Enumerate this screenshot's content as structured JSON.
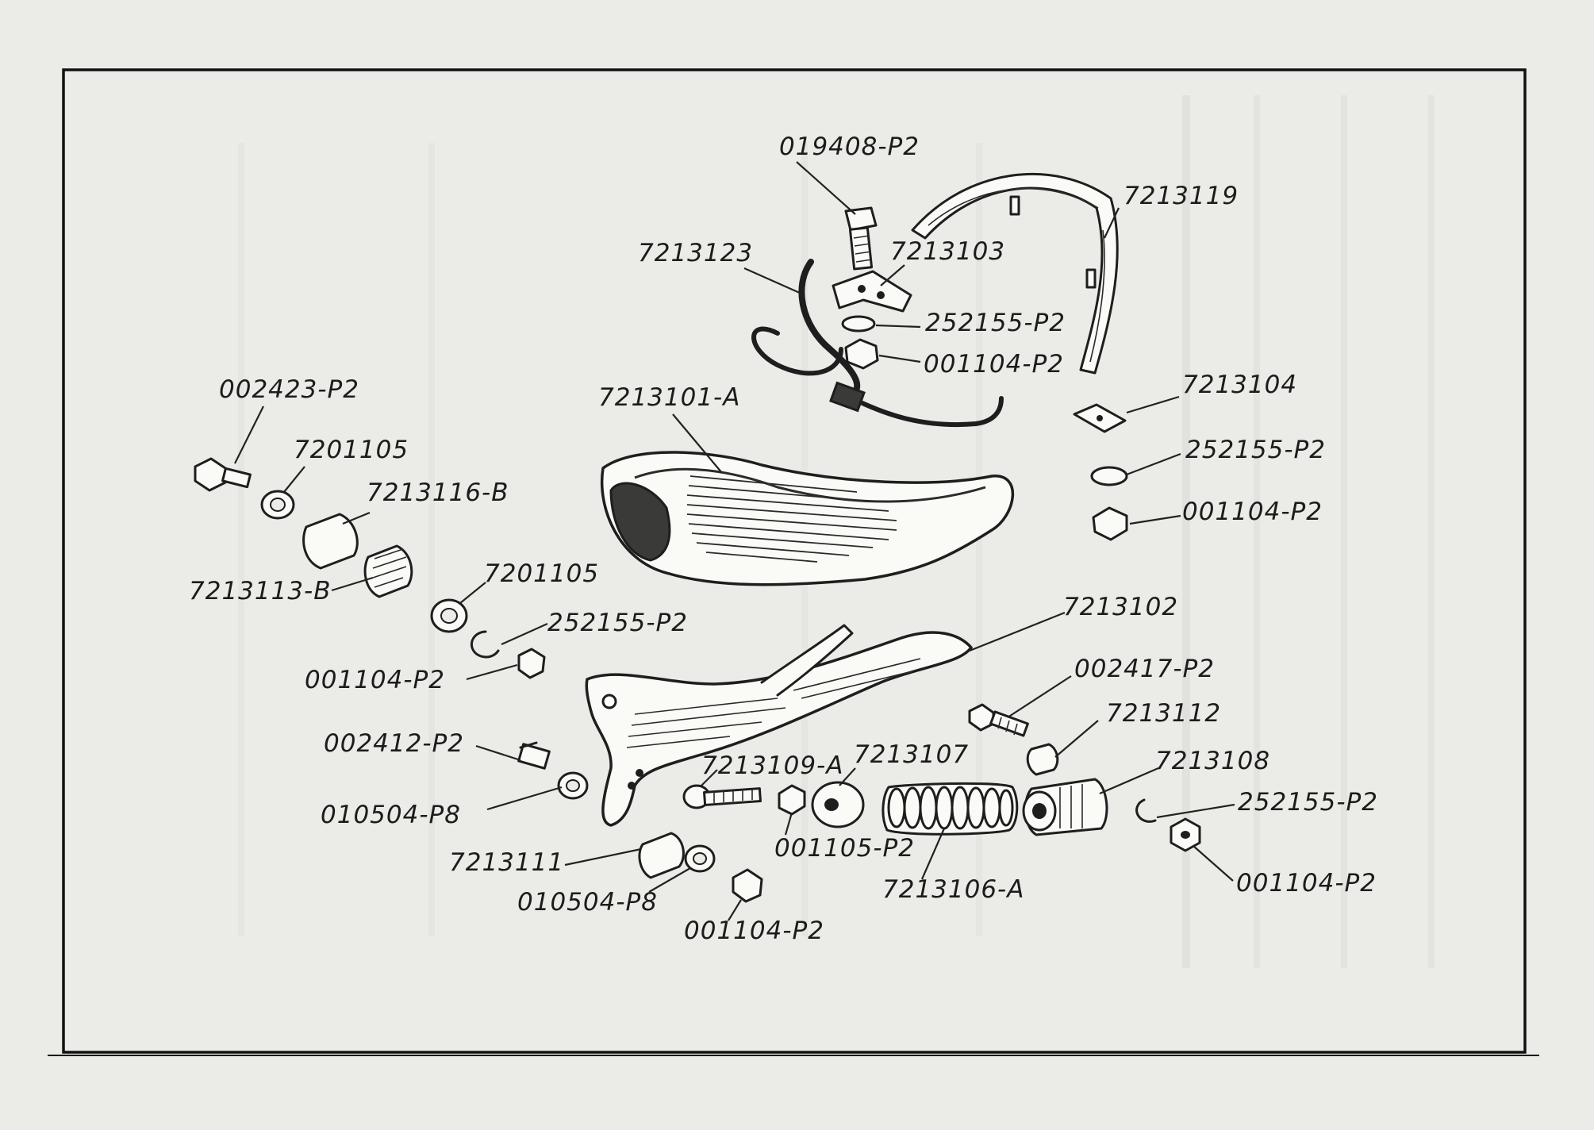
{
  "figure": {
    "description": "Exploded parts drawing of sprung saddle assembly",
    "callouts": [
      {
        "id": "c1",
        "label": "019408-P2"
      },
      {
        "id": "c2",
        "label": "7213119"
      },
      {
        "id": "c3",
        "label": "7213123"
      },
      {
        "id": "c4",
        "label": "7213103"
      },
      {
        "id": "c5",
        "label": "252155-P2"
      },
      {
        "id": "c6",
        "label": "001104-P2"
      },
      {
        "id": "c7",
        "label": "7213104"
      },
      {
        "id": "c8",
        "label": "002423-P2"
      },
      {
        "id": "c9",
        "label": "7213101-A"
      },
      {
        "id": "c10",
        "label": "7201105"
      },
      {
        "id": "c11",
        "label": "252155-P2"
      },
      {
        "id": "c12",
        "label": "7213116-B"
      },
      {
        "id": "c13",
        "label": "001104-P2"
      },
      {
        "id": "c14",
        "label": "7213113-B"
      },
      {
        "id": "c15",
        "label": "7201105"
      },
      {
        "id": "c16",
        "label": "252155-P2"
      },
      {
        "id": "c17",
        "label": "7213102"
      },
      {
        "id": "c18",
        "label": "001104-P2"
      },
      {
        "id": "c19",
        "label": "002417-P2"
      },
      {
        "id": "c20",
        "label": "7213112"
      },
      {
        "id": "c21",
        "label": "002412-P2"
      },
      {
        "id": "c22",
        "label": "7213109-A"
      },
      {
        "id": "c23",
        "label": "7213107"
      },
      {
        "id": "c24",
        "label": "7213108"
      },
      {
        "id": "c25",
        "label": "010504-P8"
      },
      {
        "id": "c26",
        "label": "252155-P2"
      },
      {
        "id": "c27",
        "label": "001105-P2"
      },
      {
        "id": "c28",
        "label": "7213111"
      },
      {
        "id": "c29",
        "label": "7213106-A"
      },
      {
        "id": "c30",
        "label": "001104-P2"
      },
      {
        "id": "c31",
        "label": "010504-P8"
      },
      {
        "id": "c32",
        "label": "001104-P2"
      }
    ]
  }
}
